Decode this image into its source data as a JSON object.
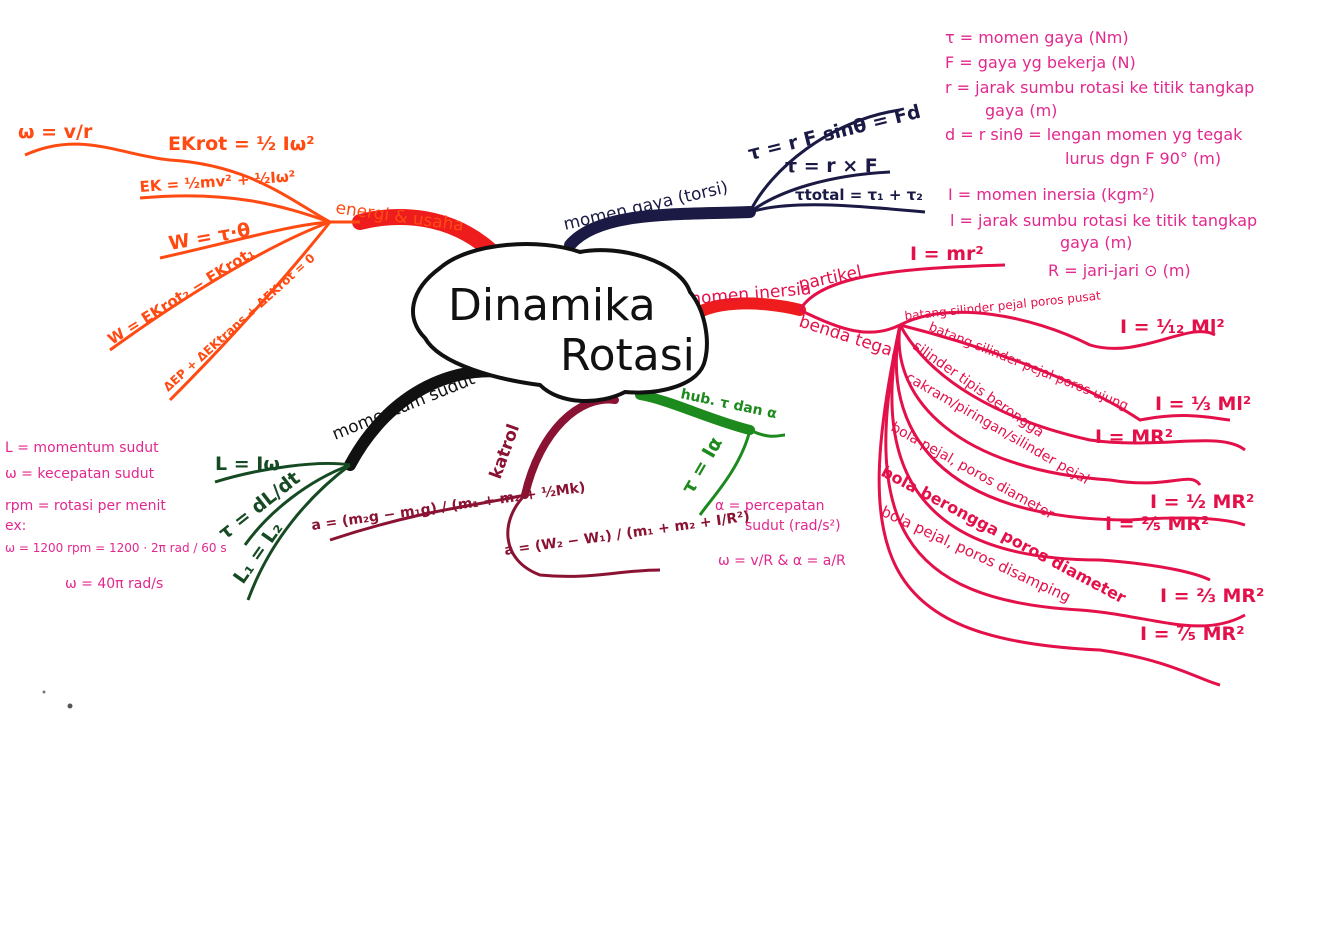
{
  "colors": {
    "orange": "#ff4a12",
    "red_accent": "#ee1c1c",
    "navy": "#1a1a44",
    "crimson": "#e4104a",
    "black": "#111111",
    "green": "#1c8a1c",
    "dark_green": "#154a22",
    "maroon": "#8a1232",
    "pink": "#e2288e"
  },
  "center": {
    "line1": "Dinamika",
    "line2": "Rotasi"
  },
  "energi": {
    "branch": "energi & usaha",
    "omega_v_r": "ω = v/r",
    "ek_rot": "EKrot = ½ Iω²",
    "ek": "EK = ½mv² + ½Iω²",
    "w_tau": "W = τ·θ",
    "w_ekrot": "W = EKrot₂ − EKrot₁",
    "delta": "ΔEP + ΔEKtrans + ΔEKrot = 0"
  },
  "torsi": {
    "branch": "momen gaya (torsi)",
    "f1": "τ = r F sinθ = Fd",
    "f2": "τ = r × F",
    "f3": "τtotal = τ₁ + τ₂"
  },
  "definitions": [
    "τ = momen gaya (Nm)",
    "F = gaya yg bekerja (N)",
    "r = jarak sumbu rotasi ke titik tangkap",
    "gaya (m)",
    "d = r sinθ = lengan momen yg tegak",
    "lurus dgn F 90° (m)",
    "I = momen inersia (kgm²)",
    "l = jarak sumbu rotasi ke titik tangkap",
    "gaya (m)",
    "R = jari-jari ⊙ (m)"
  ],
  "inersia": {
    "branch": "momen inersia",
    "partikel": "partikel",
    "partikel_f": "I = mr²",
    "benda": "benda tegar",
    "items": [
      {
        "label": "batang silinder pejal poros pusat",
        "formula": "I = ¹⁄₁₂ Ml²"
      },
      {
        "label": "batang silinder pejal poros ujung",
        "formula": "I = ⅓ Ml²"
      },
      {
        "label": "silinder tipis berongga",
        "formula": "I = MR²"
      },
      {
        "label": "cakram/piringan/silinder pejal",
        "formula": "I = ½ MR²"
      },
      {
        "label": "bola pejal, poros diameter",
        "formula": "I = ⅖ MR²"
      },
      {
        "label": "bola berongga poros diameter",
        "formula": "I = ⅔ MR²"
      },
      {
        "label": "bola pejal, poros disamping",
        "formula": "I = ⁷⁄₅ MR²"
      }
    ]
  },
  "momentum": {
    "branch": "momentum sudut",
    "f1": "L = Iω",
    "f2": "τ = dL/dt",
    "f3": "L₁ = L₂"
  },
  "momentum_notes": {
    "l1": "L = momentum sudut",
    "l2": "ω = kecepatan sudut",
    "l3": "rpm = rotasi per menit",
    "l4": "ex:",
    "l5": "ω = 1200 rpm = 1200 · 2π rad / 60 s",
    "l6": "ω = 40π rad/s"
  },
  "katrol": {
    "branch": "katrol",
    "f1": "a = (m₂g − m₁g) / (m₁ + m₂ + ½Mk)",
    "f2": "a = (W₂ − W₁) / (m₁ + m₂ + I/R²)"
  },
  "hub": {
    "branch": "hub. τ dan α",
    "f1": "τ = Iα",
    "n1": "α = percepatan",
    "n2": "sudut (rad/s²)",
    "n3": "ω = v/R & α = a/R"
  }
}
